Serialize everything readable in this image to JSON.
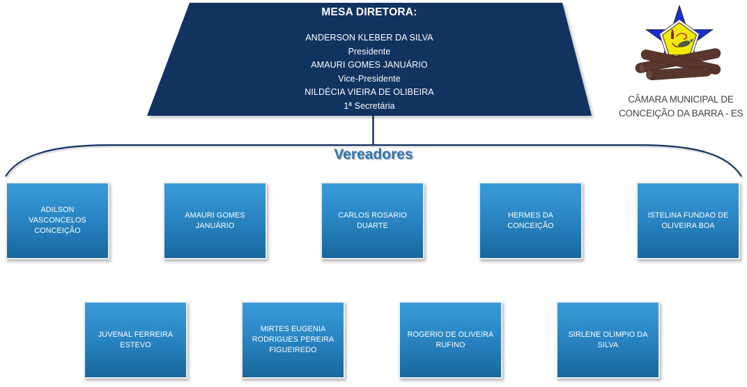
{
  "mesa_diretora": {
    "title": "MESA DIRETORA:",
    "members": [
      {
        "name": "ANDERSON KLEBER DA SILVA",
        "role": "Presidente"
      },
      {
        "name": "AMAURI GOMES JANUÁRIO",
        "role": "Vice-Presidente"
      },
      {
        "name": "NILDÉCIA VIEIRA DE OLIBEIRA",
        "role": "1ª Secretária"
      }
    ]
  },
  "group_label": "Vereadores",
  "vereadores": {
    "row1": [
      "ADILSON VASCONCELOS CONCEIÇÃO",
      "AMAURI GOMES JANUÁRIO",
      "CARLOS ROSARIO DUARTE",
      "HERMES DA CONCEIÇÃO",
      "ISTELINA FUNDAO DE OLIVEIRA BOA"
    ],
    "row2": [
      "JUVENAL FERREIRA ESTEVO",
      "MIRTES EUGENIA RODRIGUES PEREIRA FIGUEIREDO",
      "ROGERIO DE OLIVEIRA RUFINO",
      "SIRLENE OLIMPIO DA SILVA"
    ]
  },
  "logo": {
    "caption_line1": "CÂMARA MUNICIPAL DE",
    "caption_line2": "CONCEIÇÃO DA BARRA - ES"
  },
  "colors": {
    "trapezoid_navy": "#113360",
    "connector_navy": "#113360",
    "vereadores_blue": "#2E74B5",
    "box_gradient_top": "#3A9BD9",
    "box_gradient_bottom": "#17689E",
    "box_text": "#FFFFFF",
    "caption_text": "#3F3F3F",
    "star_blue": "#1B2BD5",
    "pentagon_yellow": "#F2E90C",
    "logs_brown": "#59372C"
  }
}
